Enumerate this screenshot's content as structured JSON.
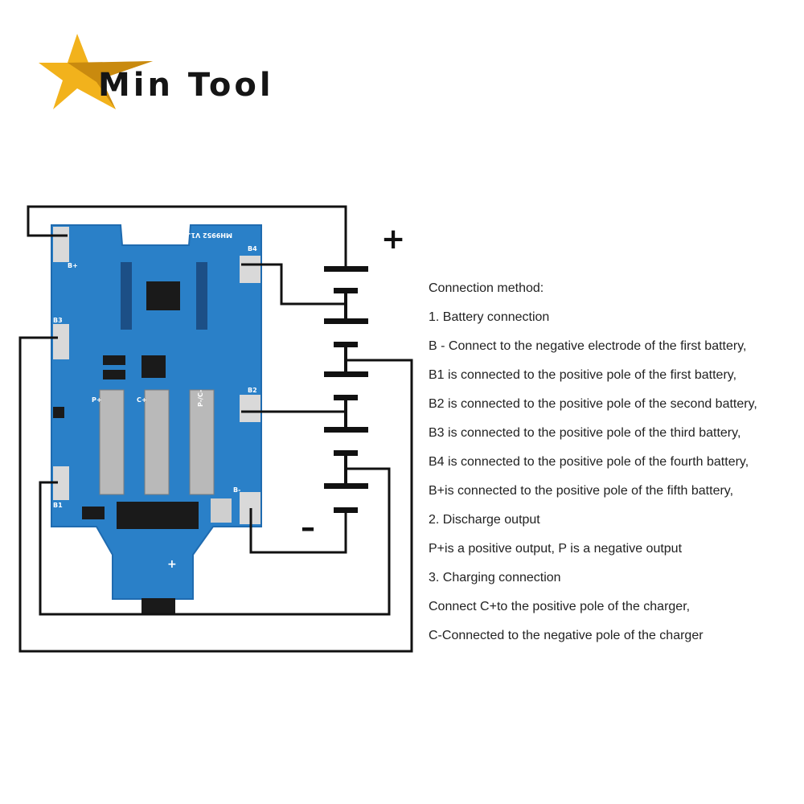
{
  "brand": {
    "logo_text": "Min Tool",
    "colors": {
      "star": "#f2b21c",
      "star_shadow": "#c98a0f",
      "text": "#151515"
    }
  },
  "colors": {
    "wire": "#111111",
    "pcb": "#2a80c8",
    "pcb_dark": "#1f6bb0",
    "pad": "#d9d9d9",
    "chip": "#1a1a1a",
    "contact": "#b9b9b9"
  },
  "pcb": {
    "silkscreen": "MH9952 V1.1",
    "pads": [
      "B+",
      "B3",
      "B1",
      "B4",
      "B2",
      "B-"
    ],
    "terminals": [
      "P+",
      "C+",
      "P-/C-"
    ],
    "connector_mark": "+"
  },
  "battery": {
    "plus_sign": "+",
    "minus_sign": "–"
  },
  "instructions": [
    "Connection method:",
    "1. Battery connection",
    "B - Connect to the negative electrode of the first battery,",
    "B1 is connected to the positive pole of the first battery,",
    "B2 is connected to the positive pole of the second battery,",
    "B3 is connected to the positive pole of the third battery,",
    "B4 is connected to the positive pole of the fourth battery,",
    "B+is connected to the positive pole of the fifth battery,",
    "2. Discharge output",
    "P+is a positive output, P is a negative output",
    "3. Charging connection",
    "Connect C+to the positive pole of the charger,",
    "C-Connected to the negative pole of the charger"
  ]
}
